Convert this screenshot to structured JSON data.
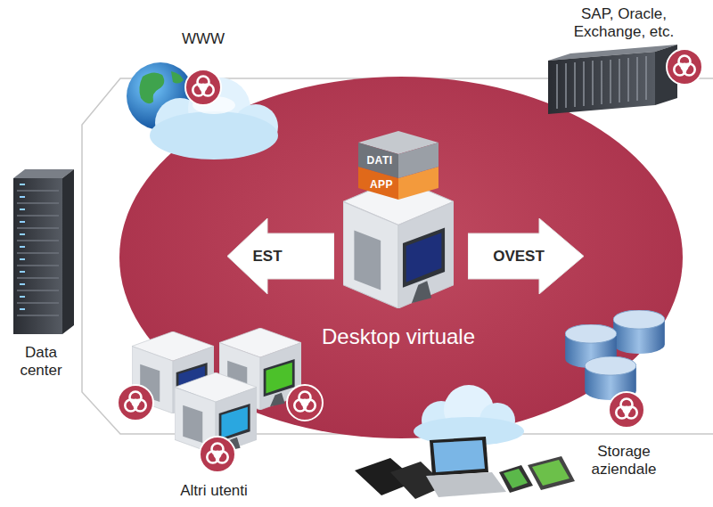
{
  "diagram": {
    "nodes": [
      {
        "text": [
          "WWW"
        ]
      },
      {
        "text": [
          "SAP, Oracle, Exchange, etc."
        ]
      },
      {
        "text": [
          "Desktop virtuale"
        ]
      },
      {
        "text": [
          "DATI"
        ],
        "in": 2
      },
      {
        "text": [
          "APP"
        ],
        "in": 2
      },
      {
        "text": [
          "EST"
        ]
      },
      {
        "text": [
          "OVEST"
        ]
      },
      {
        "text": [
          "Data center"
        ]
      },
      {
        "text": [
          "Altri utenti"
        ]
      },
      {
        "text": [
          "Storage aziendale"
        ]
      }
    ]
  }
}
